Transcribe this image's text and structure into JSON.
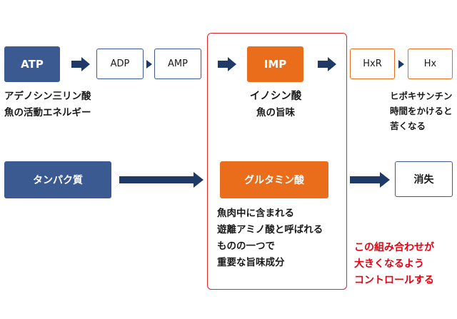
{
  "colors": {
    "navy": "#3b5a92",
    "orange": "#ea6d1b",
    "red_frame": "#e0262b",
    "red_text": "#e60012",
    "arrow": "#1f3a66"
  },
  "row1": {
    "atp": "ATP",
    "adp": "ADP",
    "amp": "AMP",
    "imp": "IMP",
    "hxr": "HxR",
    "hx": "Hx"
  },
  "atp_desc": [
    "アデノシン三リン酸",
    "魚の活動エネルギー"
  ],
  "imp_desc": [
    "イノシン酸",
    "魚の旨味"
  ],
  "hx_desc": [
    "ヒポキサンチン",
    "時間をかけると",
    "苦くなる"
  ],
  "row2": {
    "protein": "タンパク質",
    "glutamic": "グルタミン酸",
    "vanish": "消失"
  },
  "glutamic_desc": [
    "魚肉中に含まれる",
    "遊離アミノ酸と呼ばれる",
    "ものの一つで",
    "重要な旨味成分"
  ],
  "note": [
    "この組み合わせが",
    "大きくなるよう",
    "コントロールする"
  ]
}
